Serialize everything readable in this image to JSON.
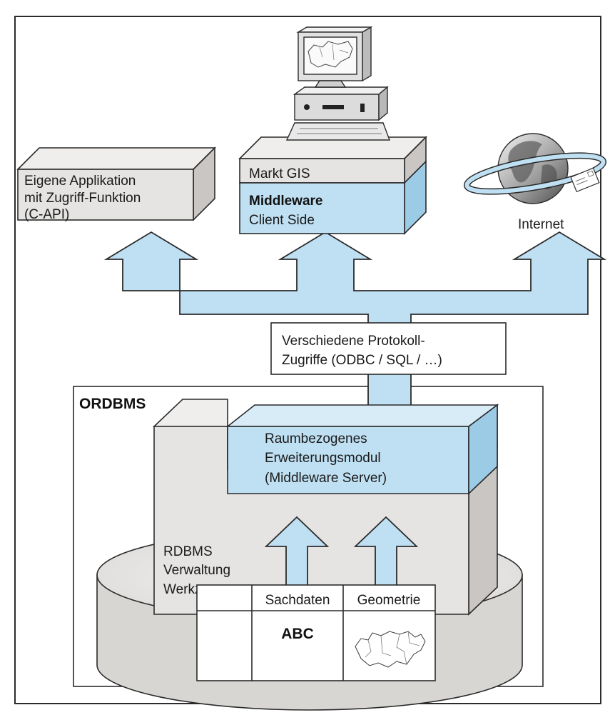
{
  "colors": {
    "blue": "#bfe0f3",
    "blue_dark": "#9ccbe6",
    "gray_front": "#e6e4e2",
    "gray_top": "#efeeec",
    "gray_side": "#c9c6c3",
    "line": "#2b2b2b"
  },
  "icons": [
    "computer-icon",
    "globe-icon",
    "switzerland-map-icon"
  ],
  "boxes": {
    "app_line1": "Eigene Applikation",
    "app_line2": "mit Zugriff-Funktion",
    "app_line3": "(C-API)",
    "gis_title": "Markt GIS",
    "middleware_title": "Middleware",
    "middleware_sub": "Client Side",
    "internet": "Internet"
  },
  "protocol": {
    "line1": "Verschiedene Protokoll-",
    "line2": "Zugriffe (ODBC / SQL / …)"
  },
  "ordbms": {
    "title": "ORDBMS",
    "module_line1": "Raumbezogenes",
    "module_line2": "Erweiterungsmodul",
    "module_line3": "(Middleware Server)",
    "rdbms_line1": "RDBMS",
    "rdbms_line2": "Verwaltung",
    "rdbms_line3": "Werkzeuge"
  },
  "table": {
    "col_sachdaten": "Sachdaten",
    "col_geometrie": "Geometrie",
    "cell_abc": "ABC"
  }
}
